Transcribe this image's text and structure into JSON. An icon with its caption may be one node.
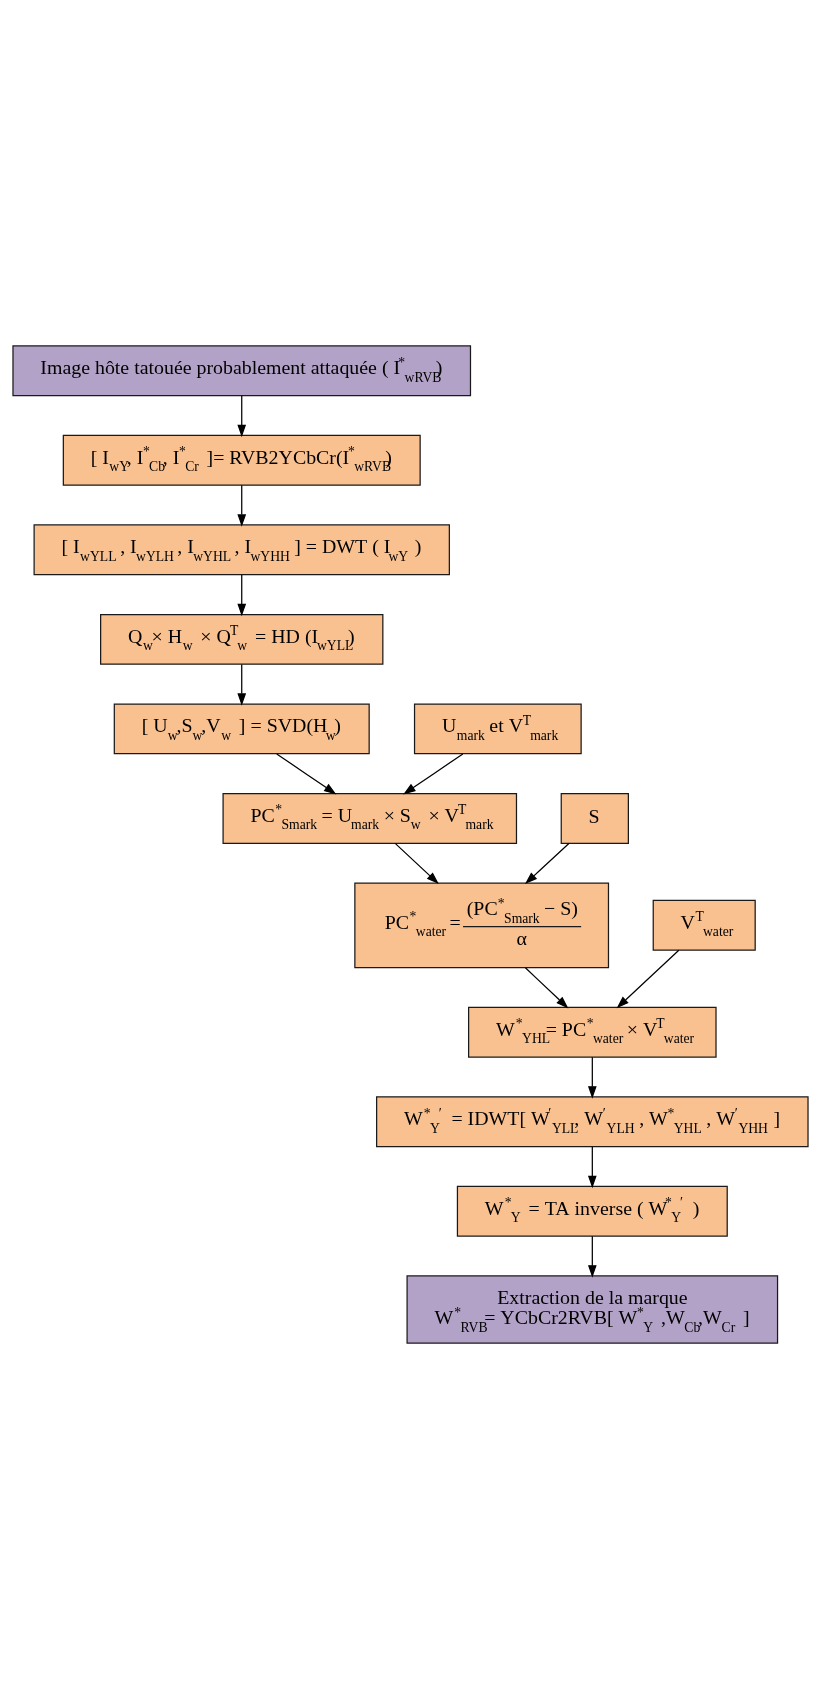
{
  "diagram": {
    "nodes": [
      {
        "text": [
          "Image hôte tatouée probablement attaquée ( I$^{*}$$_{wRVB}$)"
        ]
      },
      {
        "text": [
          "[ I$_{wY}$, I$^{*}$$_{Cb}$, I$^{*}$$_{Cr}$ ]= RVB2YCbCr(I$^{*}$$_{wRVB}$)"
        ]
      },
      {
        "text": [
          "[ I$_{wYLL}$ , I$_{wYLH}$ , I$_{wYHL}$ , I$_{wYHH}$ ] = DWT ( I$_{wY}$ )"
        ]
      },
      {
        "text": [
          "Q$_{w}$× H$_{w}$ × Q$^{T}$$_{w}$ = HD (I$_{wYLL}$)"
        ]
      },
      {
        "text": [
          "[ U$_{w}$,S$_{w}$,V$_{w}$ ] = SVD(H$_{w}$)"
        ]
      },
      {
        "text": [
          "U$_{mark}$ et V$^{T}$$_{mark}$"
        ]
      },
      {
        "text": [
          "PC$^{*}$$_{Smark}$ = U$_{mark}$ × S$_{w}$ × V$^{T}$$_{mark}$"
        ]
      },
      {
        "text": [
          "S"
        ]
      },
      {
        "text": [
          "PC$^{*}$$_{water}$ =",
          "(PC$^{*}$$_{Smark}$ − S)",
          "α"
        ]
      },
      {
        "text": [
          "V$^{T}$$_{water}$"
        ]
      },
      {
        "text": [
          "W$^{*}$$_{YHL}$= PC$^{*}$$_{water}$ × V$^{T}$$_{water}$"
        ]
      },
      {
        "text": [
          "W$^{*}$$_{Y}$$^{′}$ = IDWT[ W$^{′}$$_{YLL}$, W$^{′}$$_{YLH}$ , W$^{*}$$_{YHL}$ , W$^{′}$$_{YHH}$ ]"
        ]
      },
      {
        "text": [
          "W$^{*}$$_{Y}$ = TA inverse ( W$^{*}$$_{Y}$$^{′}$ )"
        ]
      },
      {
        "text": [
          "Extraction de la marque",
          "W$^{*}$$_{RVB}$= YCbCr2RVB[ W$^{*}$$_{Y}$ ,W$_{Cb}$,W$_{Cr}$ ]"
        ]
      }
    ],
    "edges": [
      {
        "from": 0,
        "to": 1,
        "arrow": "to"
      },
      {
        "from": 1,
        "to": 2,
        "arrow": "to"
      },
      {
        "from": 2,
        "to": 3,
        "arrow": "to"
      },
      {
        "from": 3,
        "to": 4,
        "arrow": "to"
      },
      {
        "from": 4,
        "to": 6,
        "arrow": "to"
      },
      {
        "from": 5,
        "to": 6,
        "arrow": "to"
      },
      {
        "from": 7,
        "to": 8,
        "arrow": "to"
      },
      {
        "from": 6,
        "to": 8,
        "arrow": "to"
      },
      {
        "from": 9,
        "to": 10,
        "arrow": "to"
      },
      {
        "from": 8,
        "to": 10,
        "arrow": "to"
      },
      {
        "from": 10,
        "to": 11,
        "arrow": "to"
      },
      {
        "from": 11,
        "to": 12,
        "arrow": "to"
      },
      {
        "from": 12,
        "to": 13,
        "arrow": "to"
      }
    ]
  }
}
